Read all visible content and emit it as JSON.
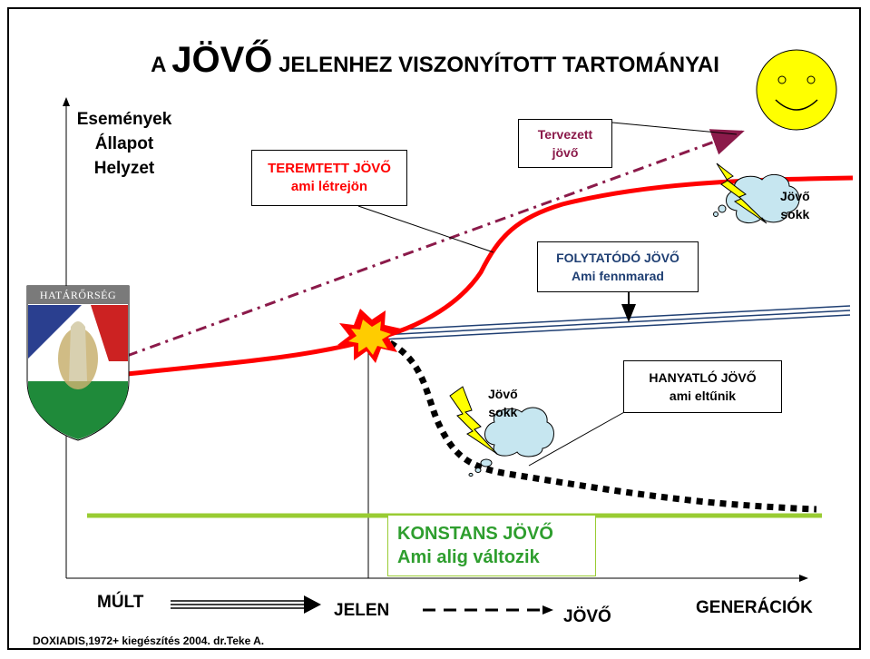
{
  "title": {
    "prefix": "A",
    "big": "JÖVŐ",
    "suffix": "JELENHEZ VISZONYÍTOTT TARTOMÁNYAI"
  },
  "y_axis_label": [
    "Események",
    "Állapot",
    "Helyzet"
  ],
  "badge_text": "HATÁRŐRSÉG",
  "boxes": {
    "tervezett": [
      "Tervezett",
      "jövő"
    ],
    "teremtett": [
      "TEREMTETT JÖVŐ",
      "ami létrejön"
    ],
    "folytatodo": [
      "FOLYTATÓDÓ JÖVŐ",
      "Ami fennmarad"
    ],
    "hanyatlo": [
      "HANYATLÓ JÖVŐ",
      "ami eltűnik"
    ],
    "konstans": [
      "KONSTANS JÖVŐ",
      "Ami alig változik"
    ]
  },
  "shock_labels": {
    "top": [
      "Jövő",
      "sokk"
    ],
    "middle": [
      "Jövő",
      "sokk"
    ]
  },
  "x_axis_labels": {
    "past": "MÚLT",
    "present": "JELEN",
    "future": "JÖVŐ",
    "generations": "GENERÁCIÓK"
  },
  "credit": "DOXIADIS,1972+ kiegészítés 2004. dr.Teke A.",
  "colors": {
    "teremtett": "#ff0000",
    "tervezett": "#8b1a4a",
    "folytatodo": "#1f3f73",
    "konstans": "#99cc33",
    "konstans_text": "#2e9e2e",
    "sun": "#ffff00",
    "cloud": "#c6e6f0",
    "lightning": "#ffff00",
    "star_outer": "#ff0000",
    "star_inner": "#ffcc00"
  }
}
